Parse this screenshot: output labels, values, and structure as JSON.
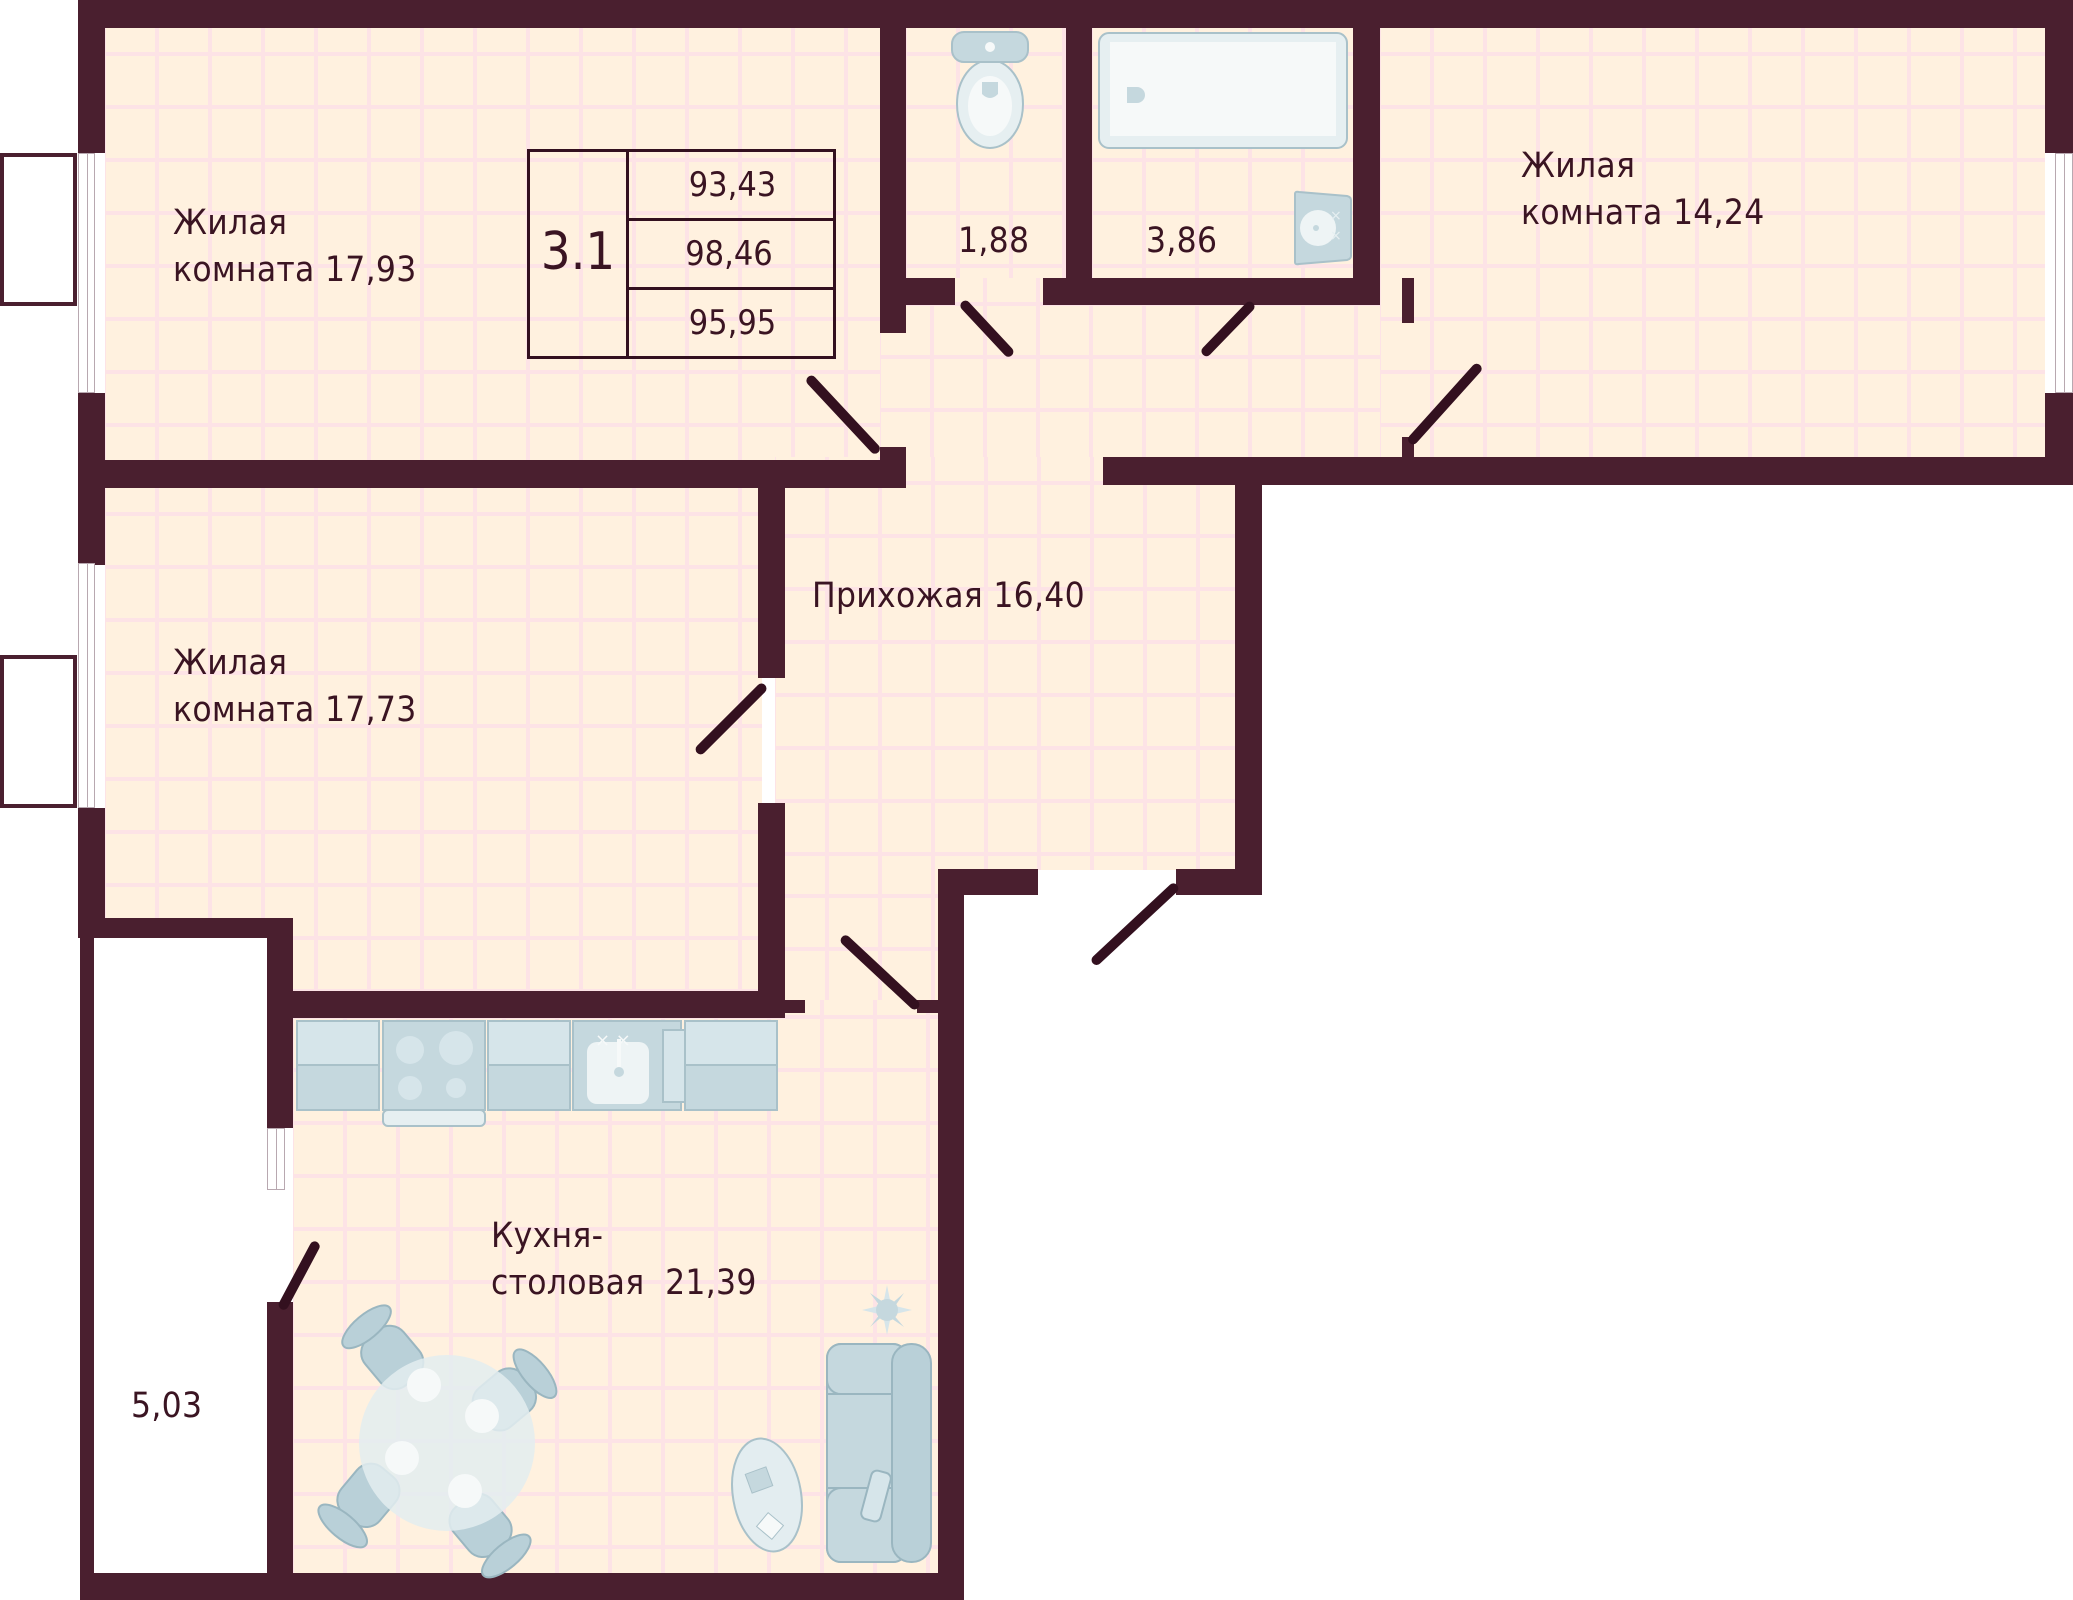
{
  "plan": {
    "apartment_code": "3.1",
    "areas": {
      "total_1": "93,43",
      "total_2": "98,46",
      "total_3": "95,95"
    }
  },
  "rooms": {
    "living_room_1": {
      "line1": "Жилая",
      "line2": "комната 17,93"
    },
    "living_room_2": {
      "line1": "Жилая",
      "line2": "комната 17,73"
    },
    "living_room_3": {
      "line1": "Жилая",
      "line2": "комната 14,24"
    },
    "toilet": {
      "area": "1,88"
    },
    "bathroom": {
      "area": "3,86"
    },
    "hallway": {
      "label": "Прихожая 16,40"
    },
    "kitchen": {
      "line1": "Кухня-",
      "line2": "столовая  21,39"
    },
    "balcony": {
      "area": "5,03"
    }
  },
  "colors": {
    "wall": "#4a1f2f",
    "floor": "#fff1df",
    "grid": "#fde3e6",
    "furniture": "#c5d8de",
    "text": "#3a1422"
  }
}
